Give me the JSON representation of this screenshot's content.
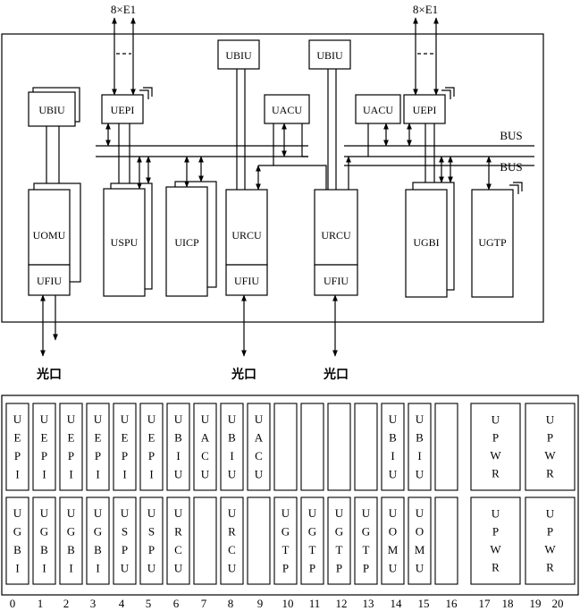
{
  "top": {
    "e1_left": "8×E1",
    "e1_right": "8×E1",
    "bus1": "BUS",
    "bus2": "BUS",
    "optical": [
      "光口",
      "光口",
      "光口"
    ],
    "units": {
      "ubiu_left": "UBIU",
      "uepi_left": "UEPI",
      "ubiu_mid1": "UBIU",
      "ubiu_mid2": "UBIU",
      "uacu_left": "UACU",
      "uacu_right": "UACU",
      "uepi_right": "UEPI",
      "uomu": "UOMU",
      "ufiu_left": "UFIU",
      "uspu": "USPU",
      "uicp": "UICP",
      "urcu_left": "URCU",
      "ufiu_mid": "UFIU",
      "urcu_right": "URCU",
      "ufiu_right": "UFIU",
      "ugbi": "UGBI",
      "ugtp": "UGTP"
    }
  },
  "rack": {
    "top_row": [
      "UEPI",
      "UEPI",
      "UEPI",
      "UEPI",
      "UEPI",
      "UEPI",
      "UBIU",
      "UACU",
      "UBIU",
      "UACU",
      "",
      "",
      "",
      "",
      "UBIU",
      "UBIU",
      "",
      "UPWR",
      "UPWR"
    ],
    "bottom_row": [
      "UGBI",
      "UGBI",
      "UGBI",
      "UGBI",
      "USPU",
      "USPU",
      "URCU",
      "",
      "URCU",
      "",
      "UGTP",
      "UGTP",
      "UGTP",
      "UGTP",
      "UOMU",
      "UOMU",
      "",
      "UPWR",
      "UPWR"
    ],
    "slot_numbers": [
      "0",
      "1",
      "2",
      "3",
      "4",
      "5",
      "6",
      "7",
      "8",
      "9",
      "10",
      "11",
      "12",
      "13",
      "14",
      "15",
      "16",
      "17",
      "18",
      "19",
      "20"
    ]
  }
}
